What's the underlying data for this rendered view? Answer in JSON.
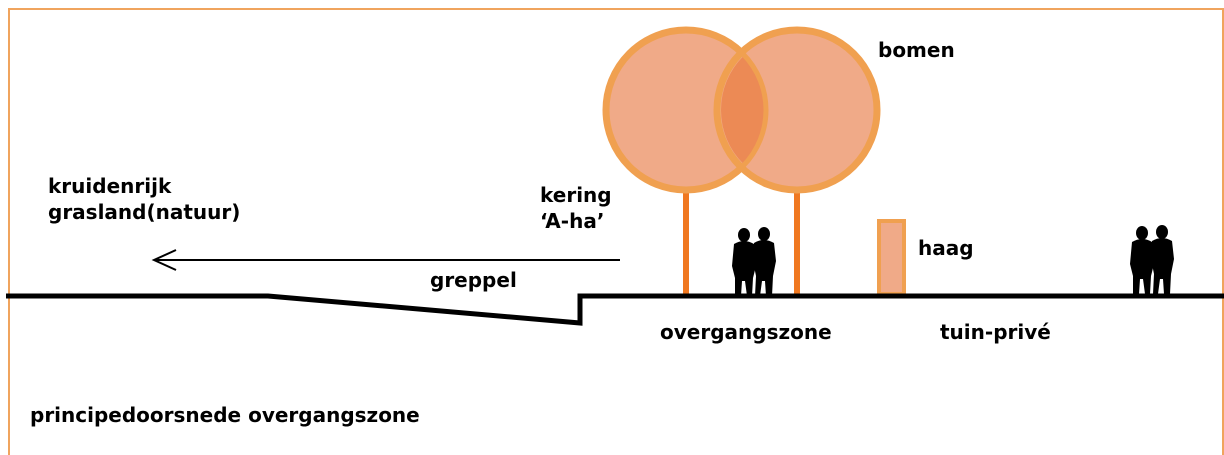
{
  "diagram": {
    "caption": "principedoorsnede overgangszone",
    "labels": {
      "trees": "bomen",
      "meadow_line1": "kruidenrijk",
      "meadow_line2": "grasland(natuur)",
      "barrier_line1": "kering",
      "barrier_line2": "‘A-ha’",
      "hedge": "haag",
      "ditch": "greppel",
      "transition_zone": "overgangszone",
      "private_garden": "tuin-privé"
    },
    "colors": {
      "frame": "#f0a45e",
      "tree_fill": "#f0aa88",
      "tree_outline": "#f0a050",
      "tree_overlap": "#ec8a55",
      "trunk": "#f07820",
      "hedge_fill": "#f0aa88",
      "hedge_outline": "#f0a050",
      "ground": "#000000",
      "figures": "#000000"
    },
    "icons": [
      "walking-couple-icon",
      "walking-couple-icon"
    ]
  }
}
